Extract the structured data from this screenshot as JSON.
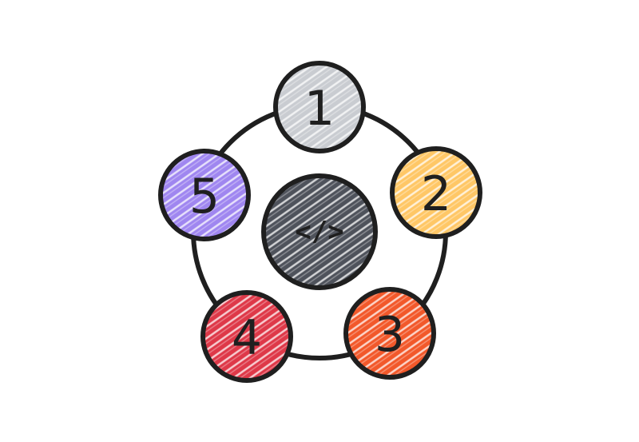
{
  "diagram": {
    "center": {
      "label": "</>",
      "icon": "code-icon",
      "color": "#4e525b"
    },
    "nodes": [
      {
        "label": "1",
        "color": "#c9ccd1"
      },
      {
        "label": "2",
        "color": "#ffc766"
      },
      {
        "label": "3",
        "color": "#f2582a"
      },
      {
        "label": "4",
        "color": "#de3848"
      },
      {
        "label": "5",
        "color": "#9f86f0"
      }
    ],
    "ring_color": "#1f1f1f"
  }
}
